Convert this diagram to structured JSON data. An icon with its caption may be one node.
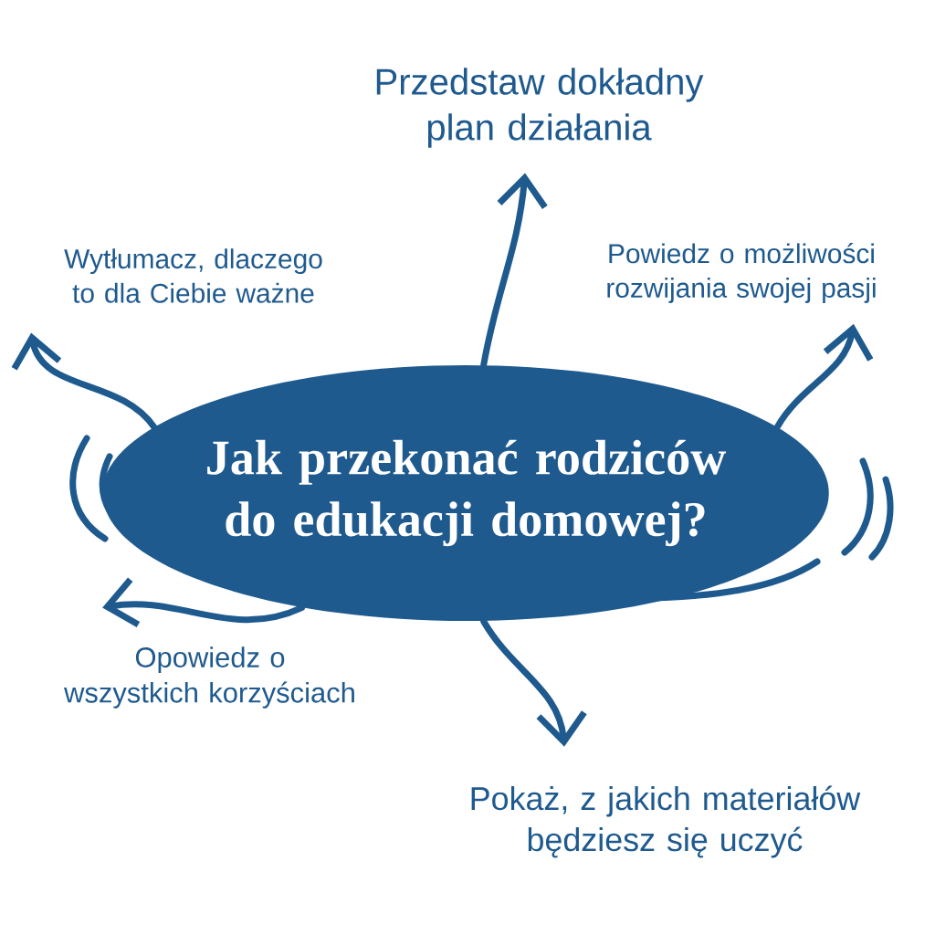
{
  "diagram": {
    "nodes": [
      {
        "text": [
          "Przedstaw dokładny plan działania"
        ]
      },
      {
        "text": [
          "Wytłumacz, dlaczego to dla Ciebie ważne"
        ]
      },
      {
        "text": [
          "Powiedz o możliwości rozwijania swojej pasji"
        ]
      },
      {
        "text": [
          "Jak przekonać rodziców do edukacji domowej?"
        ]
      },
      {
        "text": [
          "Opowiedz o wszystkich korzyściach"
        ]
      },
      {
        "text": [
          "Pokaż, z jakich materiałów będziesz się uczyć"
        ]
      }
    ],
    "edges": [
      {
        "from": 3,
        "to": 0,
        "arrow": "to"
      },
      {
        "from": 3,
        "to": 1,
        "arrow": "to"
      },
      {
        "from": 3,
        "to": 2,
        "arrow": "to"
      },
      {
        "from": 3,
        "to": 4,
        "arrow": "to"
      },
      {
        "from": 3,
        "to": 5,
        "arrow": "to"
      }
    ]
  }
}
